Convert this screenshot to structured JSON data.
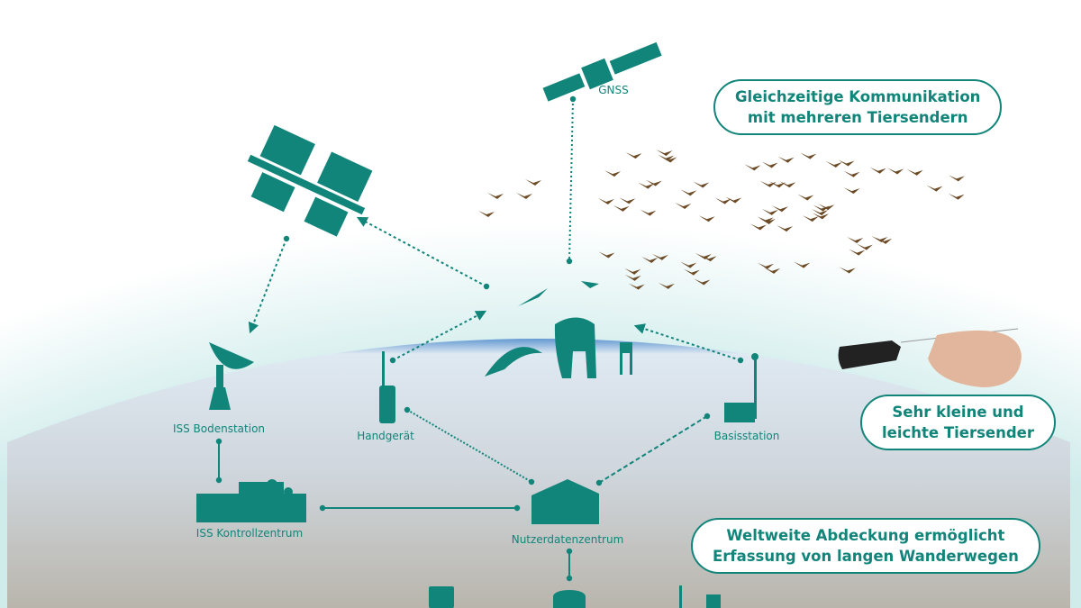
{
  "colors": {
    "accent": "#11857a",
    "bird": "#6b4a25"
  },
  "nodes": {
    "gnss": "GNSS",
    "iss_ground_station": "ISS Bodenstation",
    "handheld": "Handgerät",
    "base_station": "Basisstation",
    "iss_control_center": "ISS Kontrollzentrum",
    "user_data_center": "Nutzerdatenzentrum"
  },
  "bubbles": {
    "communication": [
      "Gleichzeitige Kommunikation",
      "mit mehreren Tiersendern"
    ],
    "tags": [
      "Sehr kleine und",
      "leichte Tiersender"
    ],
    "coverage": [
      "Weltweite Abdeckung ermöglicht",
      "Erfassung von langen Wanderwegen"
    ]
  }
}
